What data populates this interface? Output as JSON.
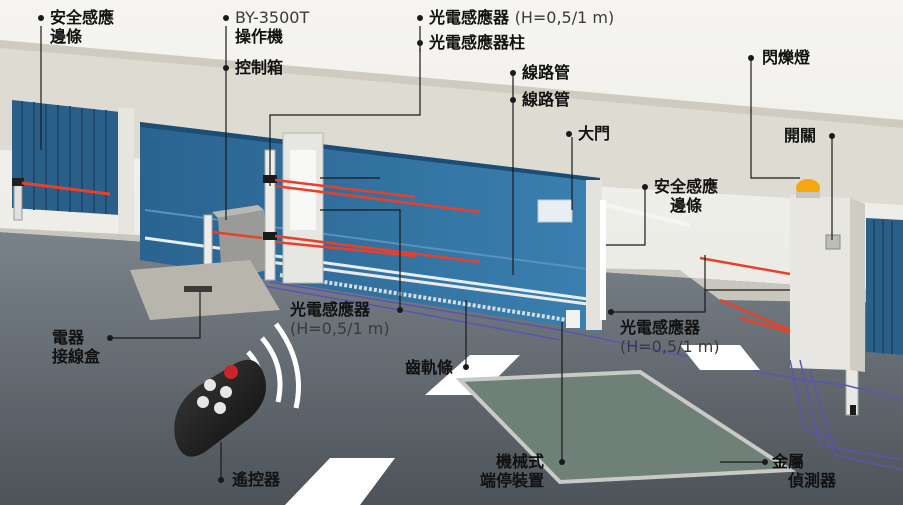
{
  "labels": {
    "safety_edge_left": {
      "line1": "安全感應",
      "line2": "邊條"
    },
    "operator": {
      "model": "BY-3500T",
      "name": "操作機"
    },
    "control_box": "控制箱",
    "photo_sensor_top": {
      "name": "光電感應器",
      "spec": "(H=0,5/1 m)"
    },
    "photo_sensor_column": "光電感應器柱",
    "wiring_conduit_1": "線路管",
    "wiring_conduit_2": "線路管",
    "gate": "大門",
    "flashing_light": "閃爍燈",
    "switch": "開關",
    "safety_edge_right": {
      "line1": "安全感應",
      "line2": "邊條"
    },
    "photo_sensor_left": {
      "name": "光電感應器",
      "spec": "(H=0,5/1 m)"
    },
    "photo_sensor_right": {
      "name": "光電感應器",
      "spec": "(H=0,5/1 m)"
    },
    "junction_box": {
      "line1": "電器",
      "line2": "接線盒"
    },
    "gear_rack": "齒軌條",
    "remote_control": "遙控器",
    "mechanical_stop": {
      "line1": "機械式",
      "line2": "端停裝置"
    },
    "metal_detector": {
      "line1": "金屬",
      "line2": "偵測器"
    }
  },
  "colors": {
    "gate_blue": "#2f6f9f",
    "sky": "#f2f2ef",
    "road": "#5e666c",
    "beam": "#e8402b",
    "conduit": "#5a55b0",
    "leader": "#1a1a1a"
  }
}
